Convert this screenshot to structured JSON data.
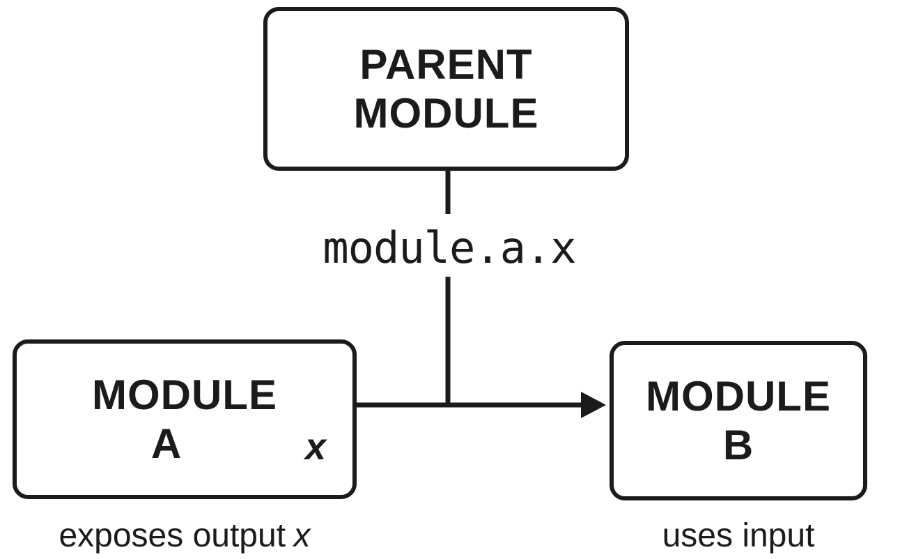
{
  "colors": {
    "ink": "#1b1b1b",
    "bg": "#ffffff"
  },
  "nodes": {
    "parent": {
      "lines": [
        "PARENT",
        "MODULE"
      ]
    },
    "module_a": {
      "lines": [
        "MODULE",
        "A"
      ],
      "port_label": "x"
    },
    "module_b": {
      "lines": [
        "MODULE",
        "B"
      ]
    }
  },
  "edge": {
    "label": "module.a.x"
  },
  "captions": {
    "module_a": {
      "text": "exposes output",
      "var": "x"
    },
    "module_b": {
      "text": "uses input"
    }
  }
}
